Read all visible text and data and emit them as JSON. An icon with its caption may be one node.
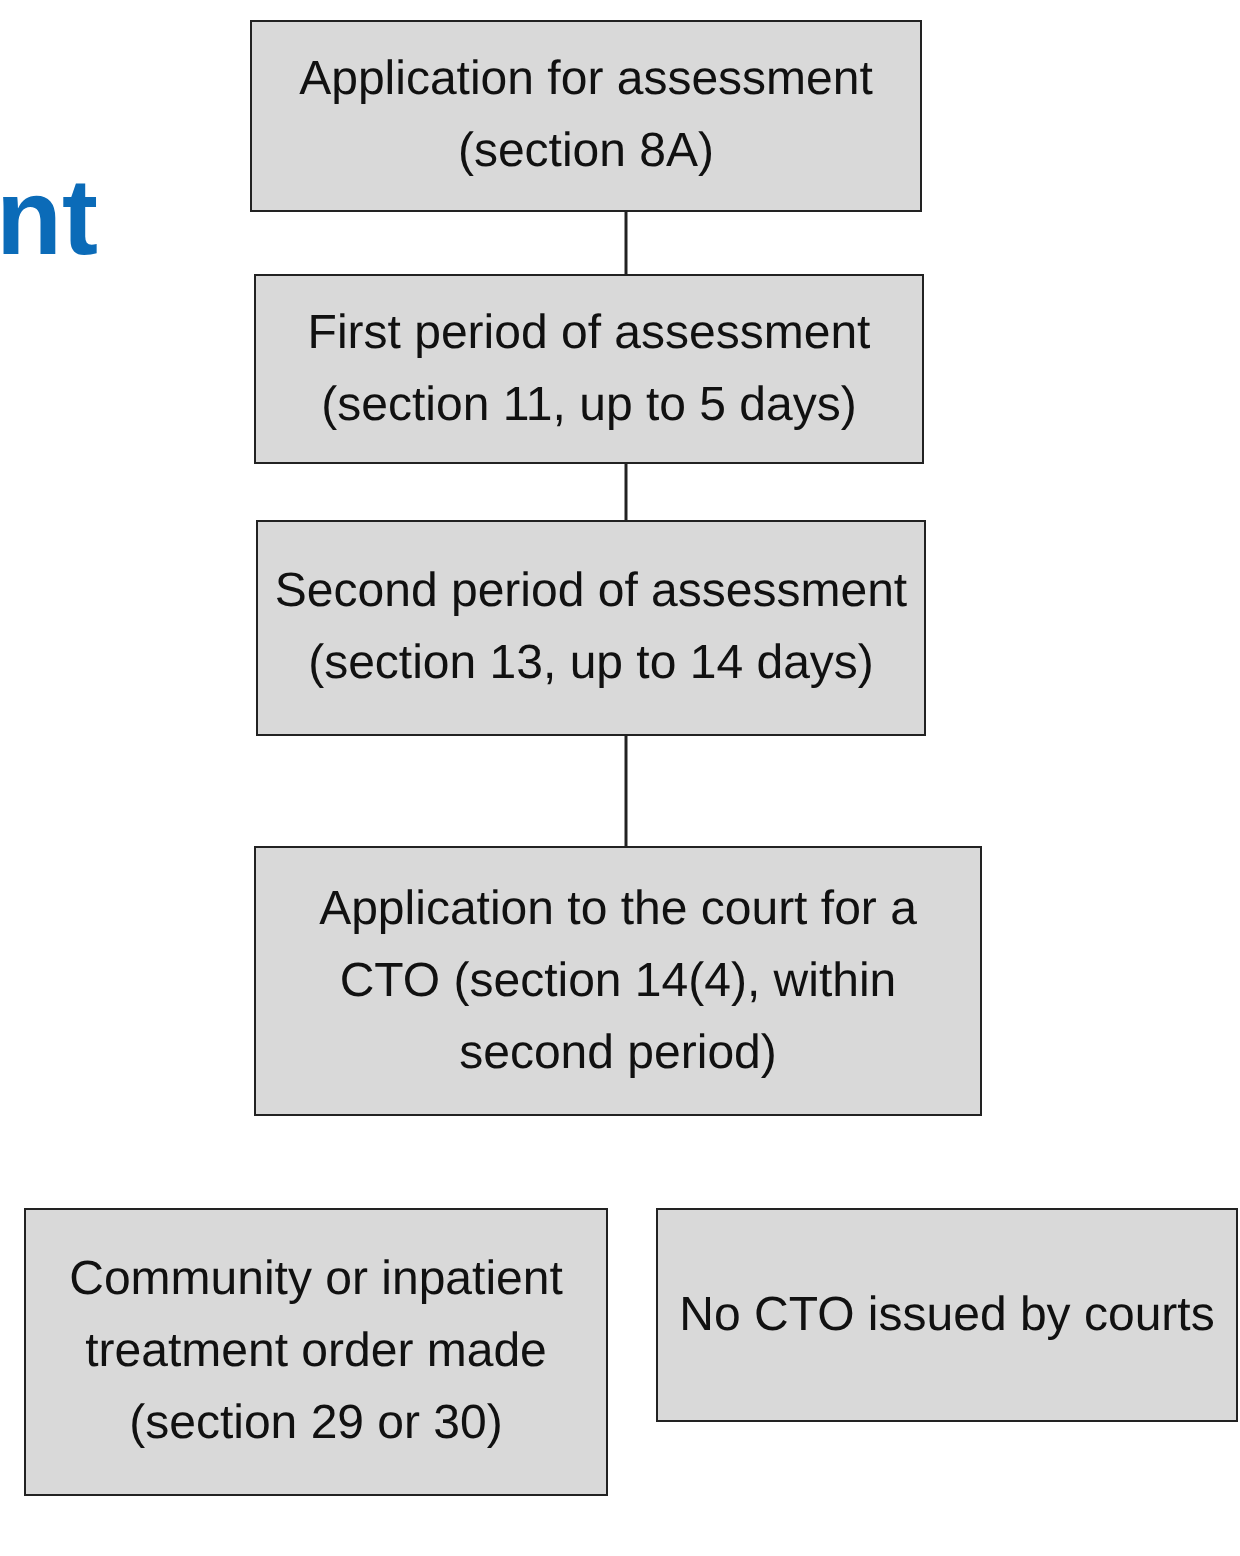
{
  "diagram": {
    "nodes": [
      {
        "text": [
          "Application for assessment (section 8A)"
        ]
      },
      {
        "text": [
          "First period of assessment (section 11, up to 5 days)"
        ]
      },
      {
        "text": [
          "Second period of assessment (section 13, up to 14 days)"
        ]
      },
      {
        "text": [
          "Application to the court for a CTO (section 14(4), within second period)"
        ]
      },
      {
        "text": [
          "Community or inpatient treatment order made (section 29 or 30)"
        ]
      },
      {
        "text": [
          "No CTO issued by courts"
        ]
      }
    ],
    "edges": [
      {
        "from": 0,
        "to": 1,
        "arrow": "none"
      },
      {
        "from": 1,
        "to": 2,
        "arrow": "none"
      },
      {
        "from": 2,
        "to": 3,
        "arrow": "none"
      }
    ],
    "labels": [
      "nt"
    ]
  }
}
